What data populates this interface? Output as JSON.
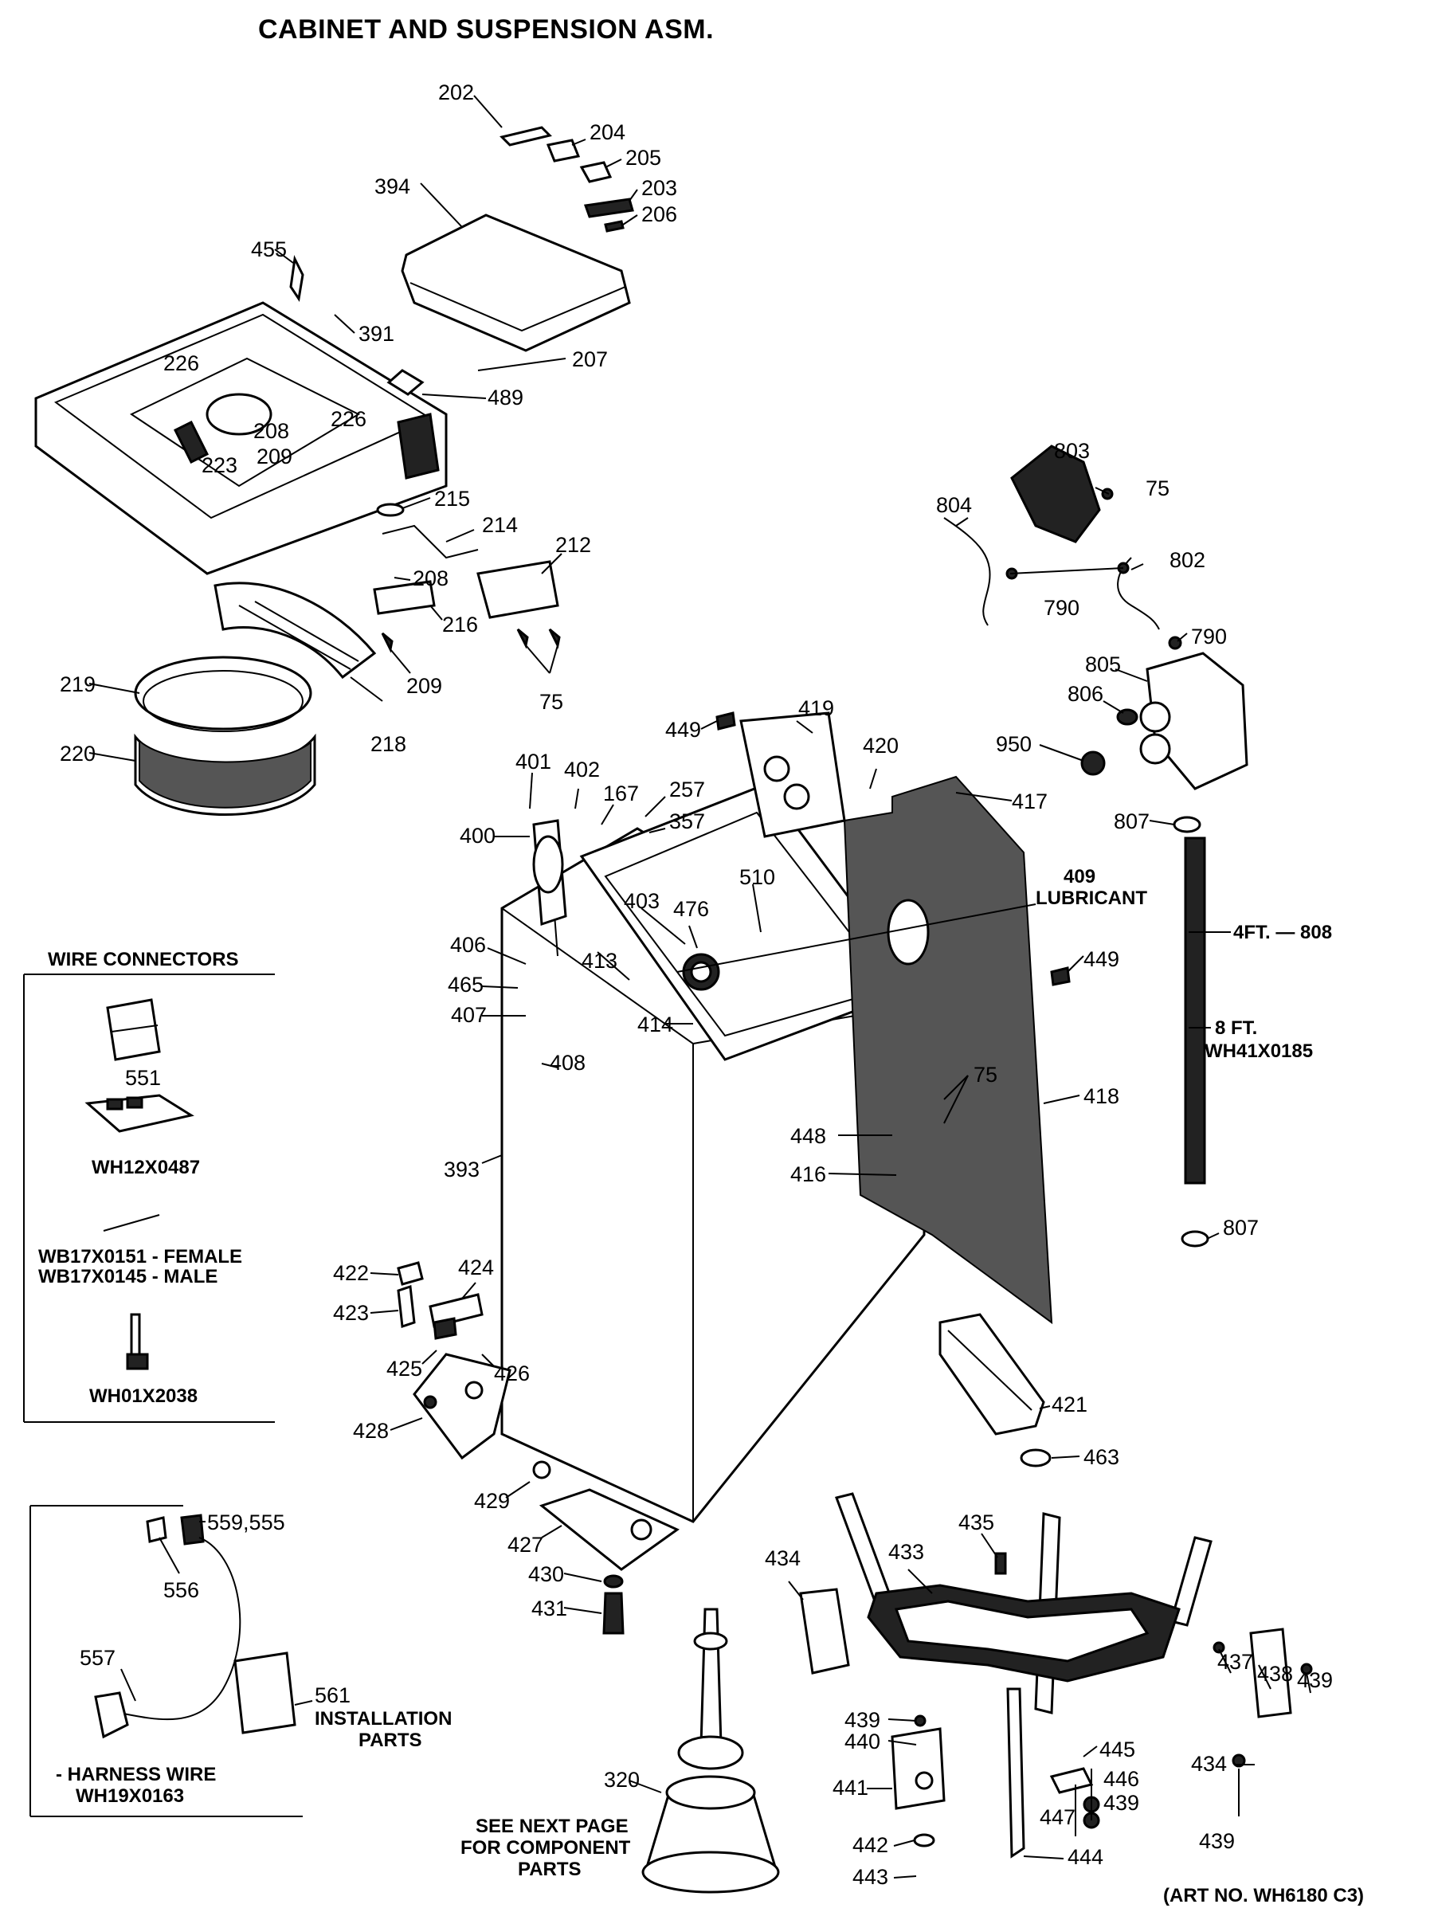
{
  "title": "CABINET AND SUSPENSION ASM.",
  "art_no": "(ART NO. WH6180 C3)",
  "callouts": {
    "c202": "202",
    "c204": "204",
    "c205": "205",
    "c203": "203",
    "c206": "206",
    "c394": "394",
    "c455": "455",
    "c391": "391",
    "c226a": "226",
    "c226b": "226",
    "c208a": "208",
    "c209a": "209",
    "c223": "223",
    "c207": "207",
    "c489": "489",
    "c215": "215",
    "c214": "214",
    "c212": "212",
    "c208b": "208",
    "c216": "216",
    "c209b": "209",
    "c75a": "75",
    "c219": "219",
    "c220": "220",
    "c218": "218",
    "c803": "803",
    "c75b": "75",
    "c804": "804",
    "c802": "802",
    "c790a": "790",
    "c790b": "790",
    "c805": "805",
    "c806": "806",
    "c950": "950",
    "c807a": "807",
    "c807b": "807",
    "c449a": "449",
    "c419": "419",
    "c420": "420",
    "c417": "417",
    "c401": "401",
    "c402": "402",
    "c167": "167",
    "c257": "257",
    "c357": "357",
    "c400": "400",
    "c510": "510",
    "c403": "403",
    "c476": "476",
    "c409": "409",
    "lubricant": "LUBRICANT",
    "c406": "406",
    "c413": "413",
    "c465": "465",
    "c407": "407",
    "c414": "414",
    "c408": "408",
    "c449b": "449",
    "c75c": "75",
    "c418": "418",
    "c448": "448",
    "c416": "416",
    "c393": "393",
    "hose4": "4FT. — 808",
    "hose8a": "8 FT.",
    "hose8b": "WH41X0185",
    "c422": "422",
    "c424": "424",
    "c423": "423",
    "c425": "425",
    "c426": "426",
    "c428": "428",
    "c421": "421",
    "c463": "463",
    "c429": "429",
    "c427": "427",
    "c430": "430",
    "c431": "431",
    "c435": "435",
    "c434a": "434",
    "c433": "433",
    "c437": "437",
    "c438": "438",
    "c439a": "439",
    "c439b": "439",
    "c440": "440",
    "c445": "445",
    "c446": "446",
    "c439c": "439",
    "c441": "441",
    "c447": "447",
    "c434b": "434",
    "c439d": "439",
    "c442": "442",
    "c443": "443",
    "c444": "444",
    "c320": "320"
  },
  "wire_connectors": {
    "heading": "WIRE CONNECTORS",
    "items": [
      "551",
      "WH12X0487",
      "WB17X0151 - FEMALE",
      "WB17X0145 - MALE",
      "WH01X2038"
    ]
  },
  "harness_box": {
    "c559": "559,555",
    "c556": "556",
    "c557": "557",
    "c561": "561",
    "install1": "INSTALLATION",
    "install2": "PARTS",
    "harness1": "- HARNESS WIRE",
    "harness2": "WH19X0163"
  },
  "notes": {
    "see1": "SEE NEXT PAGE",
    "see2": "FOR COMPONENT",
    "see3": "PARTS"
  }
}
